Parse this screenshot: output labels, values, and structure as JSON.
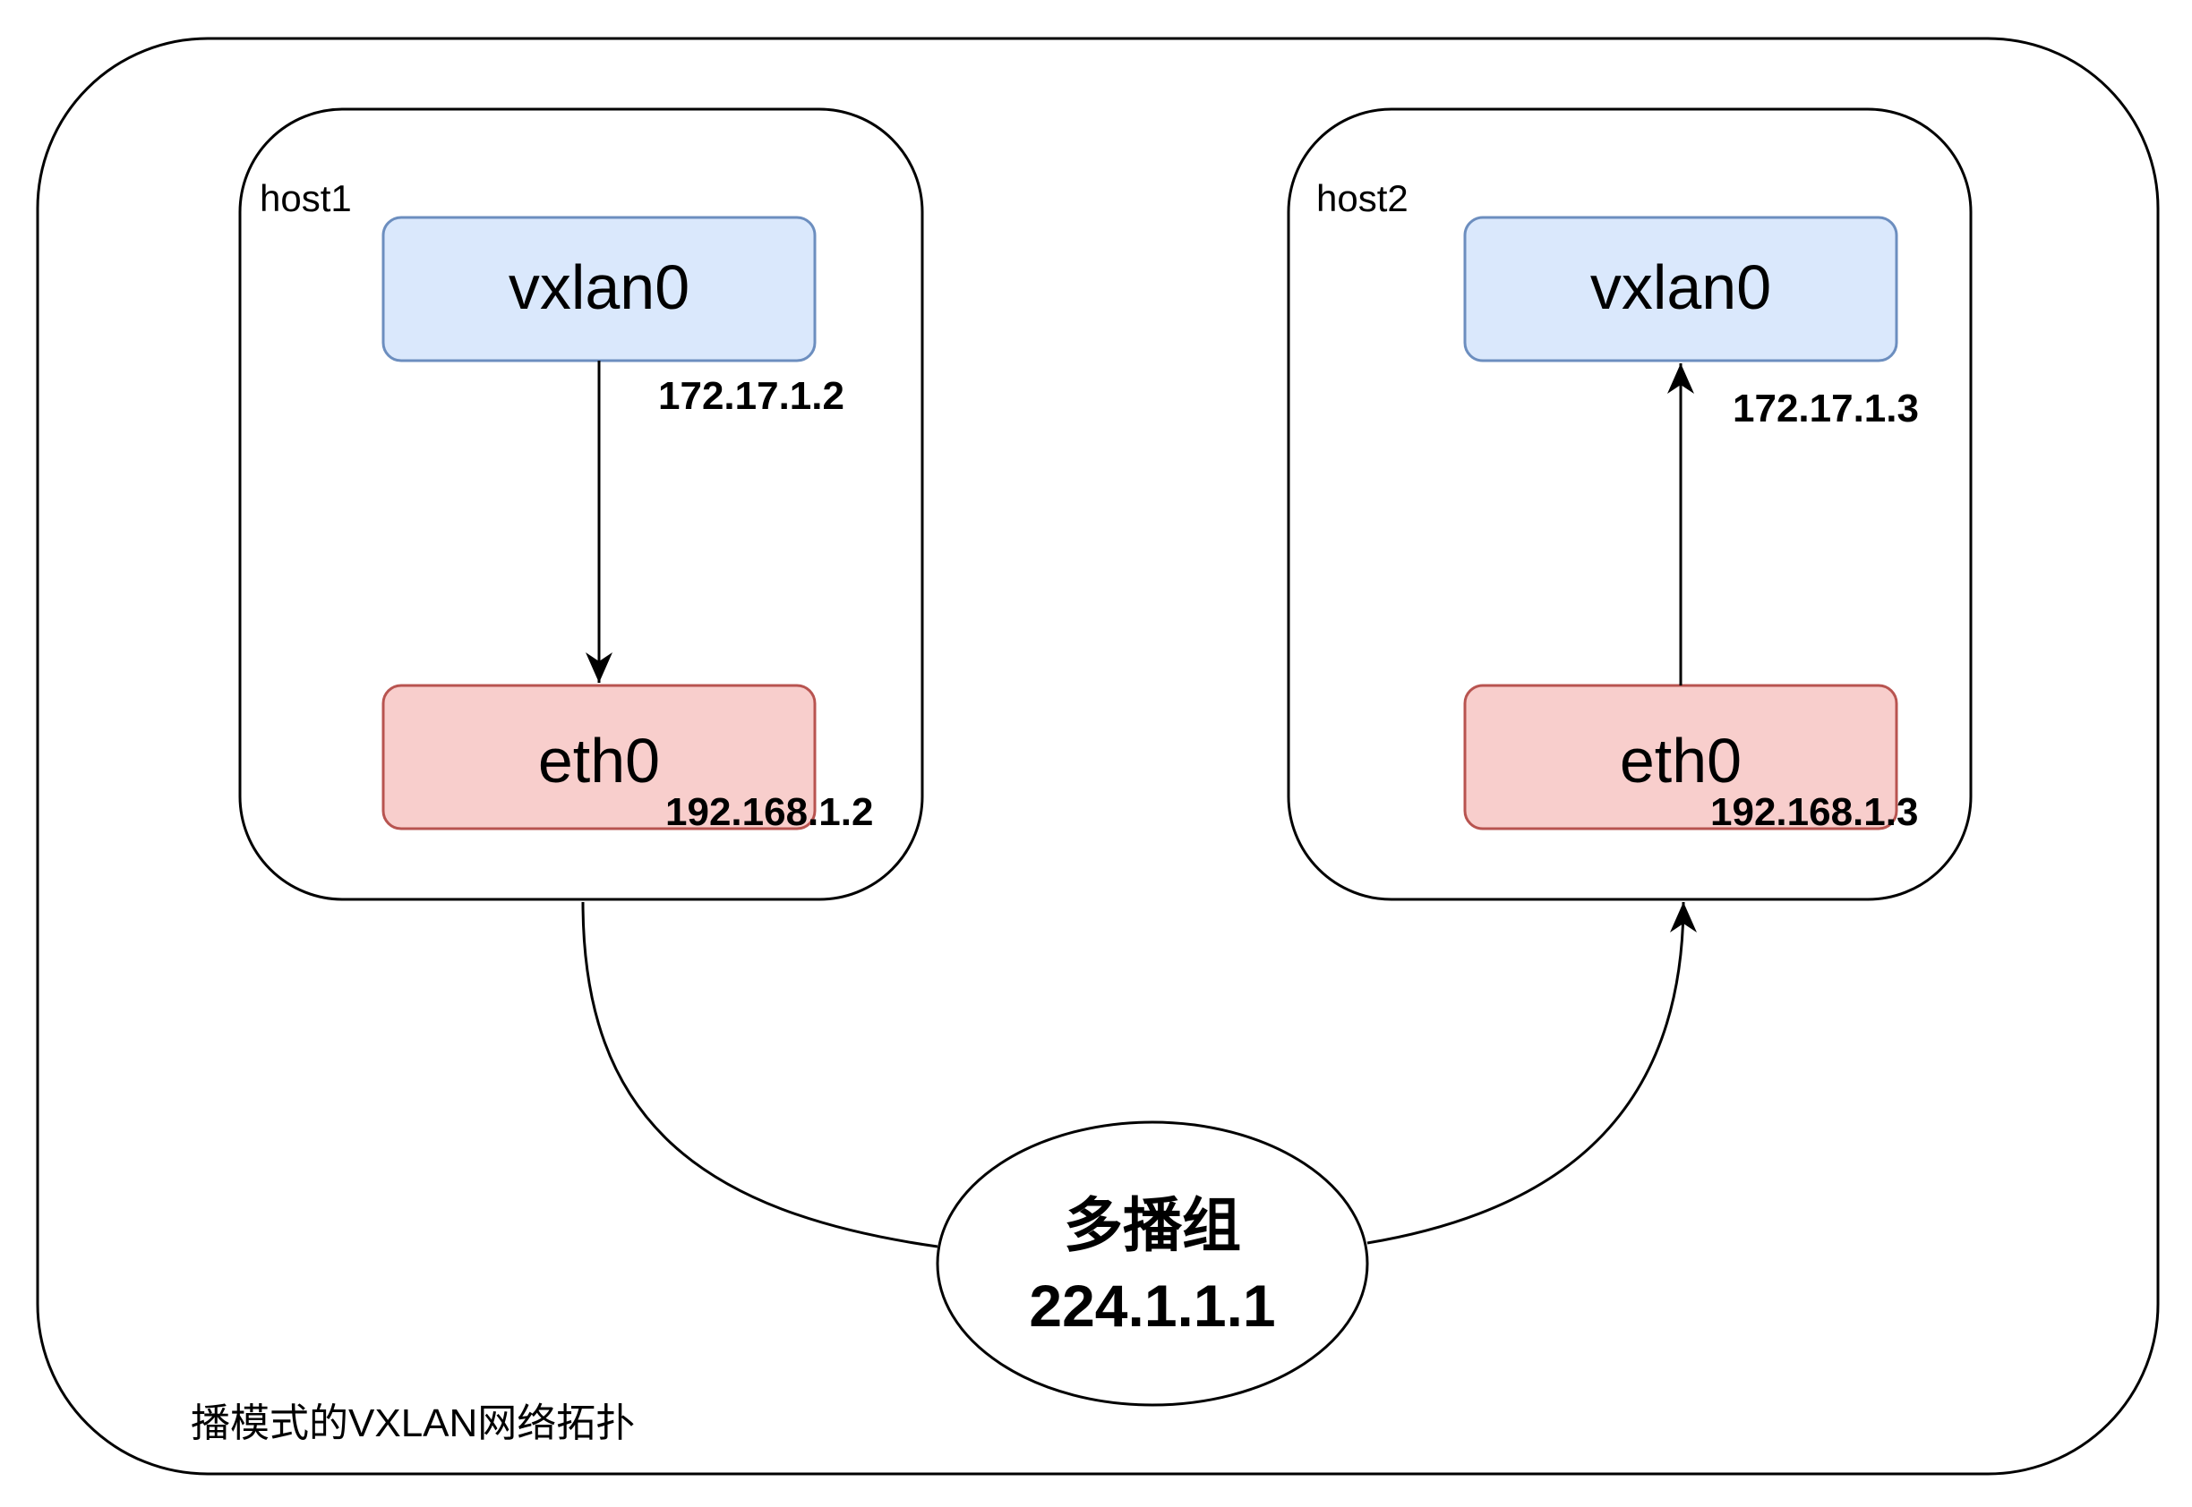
{
  "topology_caption": "播模式的VXLAN网络拓扑",
  "hosts": [
    {
      "name": "host1",
      "vxlan": {
        "label": "vxlan0",
        "ip": "172.17.1.2"
      },
      "eth": {
        "label": "eth0",
        "ip": "192.168.1.2"
      }
    },
    {
      "name": "host2",
      "vxlan": {
        "label": "vxlan0",
        "ip": "172.17.1.3"
      },
      "eth": {
        "label": "eth0",
        "ip": "192.168.1.3"
      }
    }
  ],
  "multicast_group": {
    "label": "多播组",
    "address": "224.1.1.1"
  },
  "colors": {
    "vxlan_fill": "#dae8fc",
    "vxlan_stroke": "#6c8ebf",
    "eth_fill": "#f8cecc",
    "eth_stroke": "#b85450",
    "line": "#000000"
  }
}
